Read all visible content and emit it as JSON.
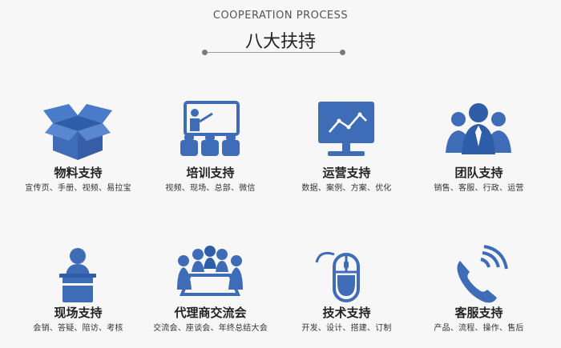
{
  "header": {
    "subtitle": "COOPERATION PROCESS",
    "title": "八大扶持"
  },
  "colors": {
    "icon": "#3f6cb6",
    "icon_dark": "#2f5ea8",
    "background": "#f7f7f7"
  },
  "items": [
    {
      "icon": "box-icon",
      "label": "物料支持",
      "desc": "宣传页、手册、视频、易拉宝"
    },
    {
      "icon": "training-board-icon",
      "label": "培训支持",
      "desc": "视频、现场、总部、微信"
    },
    {
      "icon": "monitor-chart-icon",
      "label": "运营支持",
      "desc": "数据、案例、方案、优化"
    },
    {
      "icon": "team-icon",
      "label": "团队支持",
      "desc": "销售、客服、行政、运营"
    },
    {
      "icon": "podium-speaker-icon",
      "label": "现场支持",
      "desc": "会销、答疑、陪访、考核"
    },
    {
      "icon": "meeting-icon",
      "label": "代理商交流会",
      "desc": "交流会、座谈会、年终总结大会"
    },
    {
      "icon": "mouse-icon",
      "label": "技术支持",
      "desc": "开发、设计、搭建、订制"
    },
    {
      "icon": "phone-icon",
      "label": "客服支持",
      "desc": "产品、流程、操作、售后"
    }
  ]
}
